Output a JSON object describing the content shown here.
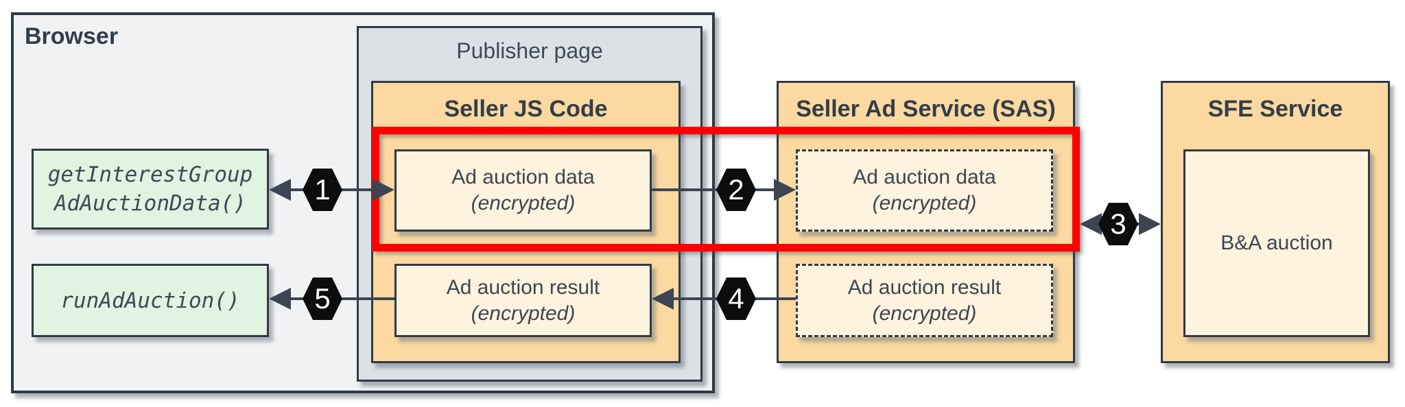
{
  "diagram": {
    "browser": {
      "label": "Browser"
    },
    "publisher_page": {
      "label": "Publisher page"
    },
    "seller_js": {
      "label": "Seller JS Code",
      "data_box": {
        "line1": "Ad auction data",
        "line2": "(encrypted)"
      },
      "result_box": {
        "line1": "Ad auction result",
        "line2": "(encrypted)"
      }
    },
    "sas": {
      "label": "Seller Ad Service (SAS)",
      "data_box": {
        "line1": "Ad auction data",
        "line2": "(encrypted)"
      },
      "result_box": {
        "line1": "Ad auction result",
        "line2": "(encrypted)"
      }
    },
    "sfe": {
      "label": "SFE Service",
      "auction_box": {
        "label": "B&A auction"
      }
    },
    "browser_apis": {
      "get_interest_group": {
        "line1": "getInterestGroup",
        "line2": "AdAuctionData()"
      },
      "run_ad_auction": {
        "label": "runAdAuction()"
      }
    },
    "steps": [
      "1",
      "2",
      "3",
      "4",
      "5"
    ],
    "colors": {
      "orange": "#fbd9a0",
      "cream": "#fdf3de",
      "green": "#e1f3e1",
      "browser_bg": "#f0f2f4",
      "publisher_bg": "#dde1e5",
      "border": "#2f3a45",
      "text": "#3c4650",
      "label": "#323d49",
      "highlight_red": "#fe0000",
      "badge_bg": "#0b0d0f",
      "badge_text": "#ffffff",
      "arrow": "#3c4552"
    }
  }
}
